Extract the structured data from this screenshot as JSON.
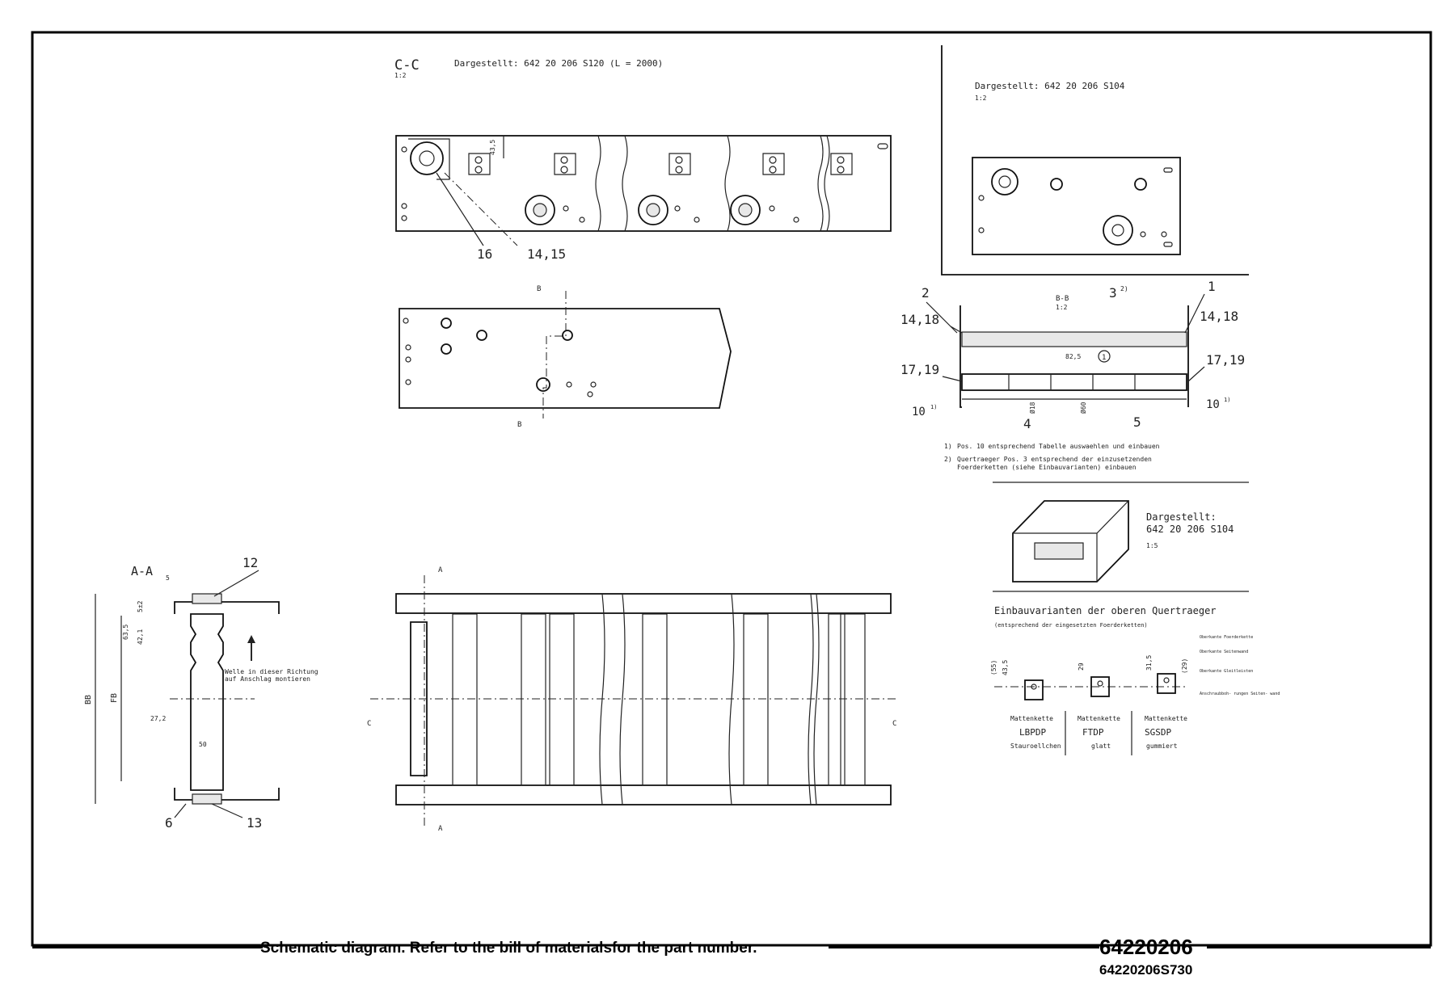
{
  "view_cc": {
    "section": "C-C",
    "scale": "1:2",
    "shown": "Dargestellt:  642 20 206 S120   (L = 2000)",
    "dim_435": "43,5",
    "callout_16": "16",
    "callout_1415": "14,15"
  },
  "view_b_marker": "B",
  "top_right_view": {
    "shown": "Dargestellt:  642 20 206 S104",
    "scale": "1:2"
  },
  "section_bb": {
    "title": "B-B",
    "scale": "1:2",
    "callouts": {
      "c1": "1",
      "c2": "2",
      "c3": "3",
      "c3_note": "2)",
      "c1418_left": "14,18",
      "c1418_right": "14,18",
      "c1719_left": "17,19",
      "c1719_right": "17,19",
      "c10_left": "10",
      "c10_right": "10",
      "c10_note": "1)",
      "c4": "4",
      "c5": "5",
      "circle1": "1"
    },
    "dims": {
      "d825": "82,5",
      "d18": "Ø18",
      "d60": "Ø60"
    }
  },
  "notes": [
    {
      "mark": "1)",
      "text": "Pos. 10  entsprechend Tabelle auswaehlen und einbauen"
    },
    {
      "mark": "2)",
      "text": "Quertraeger Pos. 3 entsprechend der einzusetzenden"
    },
    {
      "mark": "",
      "text": "Foerderketten (siehe Einbauvarianten) einbauen"
    }
  ],
  "iso_view": {
    "shown_label": "Dargestellt:",
    "shown_number": "642 20 206 S104",
    "scale": "1:5"
  },
  "variants": {
    "title": "Einbauvarianten der oberen Quertraeger",
    "subtitle": "(entsprechend der eingesetzten Foerderketten)",
    "dims": {
      "d55": "(55)",
      "d435": "43,5",
      "d29": "29",
      "d315": "31,5",
      "d29b": "(29)"
    },
    "legend": [
      "Oberkante Foerderkette",
      "Oberkante Seitenwand",
      "Oberkante Gleitleisten",
      "Anschraubboh- rungen Seiten- wand"
    ],
    "items": [
      {
        "type": "Mattenkette",
        "code": "LBPDP",
        "desc": "Stauroellchen"
      },
      {
        "type": "Mattenkette",
        "code": "FTDP",
        "desc": "glatt"
      },
      {
        "type": "Mattenkette",
        "code": "SGSDP",
        "desc": "gummiert"
      }
    ]
  },
  "section_aa": {
    "title": "A-A",
    "callout_12": "12",
    "callout_6": "6",
    "callout_13": "13",
    "dim_5": "5",
    "dim_5pm2": "5±2",
    "dim_635": "63,5",
    "dim_421": "42,1",
    "dim_bb": "BB",
    "dim_fb": "FB",
    "dim_272": "27,2",
    "dim_50": "50",
    "note_line1": "Welle in dieser Richtung",
    "note_line2": "auf Anschlag montieren"
  },
  "plan_view": {
    "marker_a": "A",
    "marker_c": "C"
  },
  "footer": {
    "caption": "Schematic diagram. Refer to the bill of materialsfor the part number.",
    "part_number": "64220206",
    "sub_number": "64220206S730"
  }
}
